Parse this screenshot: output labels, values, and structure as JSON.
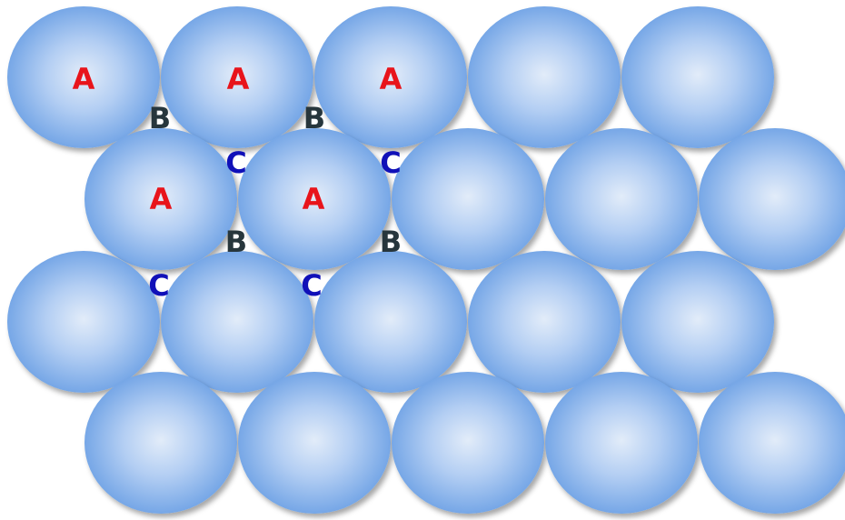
{
  "diagram": {
    "sphere_rows": [
      5,
      5,
      5,
      5
    ],
    "colors": {
      "sphere_center": "#dfeaf8",
      "sphere_edge": "#6a9fe4",
      "label_a": "#e8141b",
      "label_b": "#27363c",
      "label_c": "#1010b8"
    },
    "labels": {
      "a": "A",
      "b": "B",
      "c": "C"
    },
    "labeled_sites": [
      {
        "type": "a",
        "row": 0,
        "col": 0
      },
      {
        "type": "a",
        "row": 0,
        "col": 1
      },
      {
        "type": "a",
        "row": 0,
        "col": 2
      },
      {
        "type": "a",
        "row": 1,
        "col": 0
      },
      {
        "type": "a",
        "row": 1,
        "col": 1
      },
      {
        "type": "b",
        "gap": "row0-col0"
      },
      {
        "type": "b",
        "gap": "row0-col1"
      },
      {
        "type": "b",
        "gap": "row1-col0"
      },
      {
        "type": "b",
        "gap": "row1-col1"
      },
      {
        "type": "c",
        "gap": "row0-col0-down"
      },
      {
        "type": "c",
        "gap": "row0-col1-down"
      },
      {
        "type": "c",
        "gap": "row1-col0-down"
      },
      {
        "type": "c",
        "gap": "row1-col1-down"
      }
    ]
  }
}
